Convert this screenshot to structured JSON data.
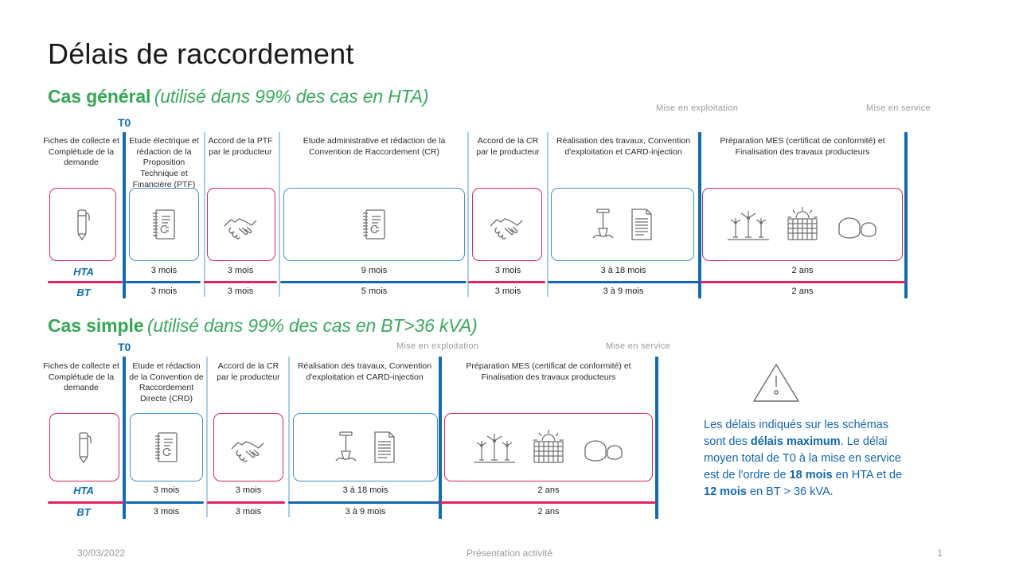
{
  "page_title": "Délais de raccordement",
  "sections": [
    {
      "title_bold": "Cas général",
      "title_italic": "(utilisé dans 99% des cas en HTA)",
      "t0_label": "T0",
      "milestones": [
        {
          "label": "Mise en exploitation"
        },
        {
          "label": "Mise en service"
        }
      ],
      "legend_hta": "HTA",
      "legend_bt": "BT",
      "columns": [
        {
          "caption": "Fiches de collecte et Complétude de la demande",
          "icons": [],
          "card": "none",
          "hta": "",
          "bt": ""
        },
        {
          "caption": "Etude électrique et rédaction de la Proposition Technique et Financière (PTF)",
          "icons": [
            "ledger-euro-icon"
          ],
          "card": "blue",
          "hta": "3 mois",
          "bt": "3 mois"
        },
        {
          "caption": "Accord de la PTF par le producteur",
          "icons": [
            "handshake-icon"
          ],
          "card": "pink",
          "hta": "3 mois",
          "bt": "3 mois"
        },
        {
          "caption": "Etude administrative et rédaction de la Convention de Raccordement (CR)",
          "icons": [
            "ledger-euro-icon"
          ],
          "card": "blue",
          "hta": "9 mois",
          "bt": "5 mois"
        },
        {
          "caption": "Accord de la CR par le producteur",
          "icons": [
            "handshake-icon"
          ],
          "card": "pink",
          "hta": "3 mois",
          "bt": "3 mois"
        },
        {
          "caption": "Réalisation des travaux, Convention d'exploitation et CARD-injection",
          "icons": [
            "shovel-icon",
            "document-icon"
          ],
          "card": "blue",
          "hta": "3 à 18 mois",
          "bt": "3 à 9 mois"
        },
        {
          "caption": "Préparation MES (certificat de conformité) et Finalisation des travaux producteurs",
          "icons": [
            "wind-turbine-icon",
            "solar-panel-icon",
            "storage-icon"
          ],
          "card": "pink",
          "hta": "2 ans",
          "bt": "2 ans"
        }
      ],
      "first_card": {
        "icon": "pen-icon",
        "card": "pink"
      }
    },
    {
      "title_bold": "Cas simple",
      "title_italic": "(utilisé dans 99% des cas en BT>36 kVA)",
      "t0_label": "T0",
      "milestones": [
        {
          "label": "Mise en exploitation"
        },
        {
          "label": "Mise en service"
        }
      ],
      "legend_hta": "HTA",
      "legend_bt": "BT",
      "columns": [
        {
          "caption": "Fiches de collecte et Complétude de la demande",
          "icons": [],
          "card": "none",
          "hta": "",
          "bt": ""
        },
        {
          "caption": "Etude et rédaction de la Convention de Raccordement Directe (CRD)",
          "icons": [
            "ledger-euro-icon"
          ],
          "card": "blue",
          "hta": "3 mois",
          "bt": "3 mois"
        },
        {
          "caption": "Accord de la CR par le producteur",
          "icons": [
            "handshake-icon"
          ],
          "card": "pink",
          "hta": "3 mois",
          "bt": "3 mois"
        },
        {
          "caption": "Réalisation des travaux, Convention d'exploitation et CARD-injection",
          "icons": [
            "shovel-icon",
            "document-icon"
          ],
          "card": "blue",
          "hta": "3 à 18 mois",
          "bt": "3 à 9 mois"
        },
        {
          "caption": "Préparation MES (certificat de conformité) et Finalisation des travaux producteurs",
          "icons": [
            "wind-turbine-icon",
            "solar-panel-icon",
            "storage-icon"
          ],
          "card": "pink",
          "hta": "2 ans",
          "bt": "2 ans"
        }
      ],
      "first_card": {
        "icon": "pen-icon",
        "card": "pink"
      }
    }
  ],
  "note": {
    "icon": "warning-triangle-icon",
    "line1": "Les délais indiqués sur les schémas sont des ",
    "b1": "délais maximum",
    "line2": ". Le délai moyen total de T0 à la mise en service est de l'ordre de ",
    "b2": "18 mois",
    "line3": " en HTA et de ",
    "b3": "12 mois",
    "line4": " en BT > 36 kVA."
  },
  "footer": {
    "date": "30/03/2022",
    "center": "Présentation activité",
    "page_number": "1"
  },
  "colors": {
    "green": "#34a853",
    "blue": "#1167b1",
    "pink": "#e0245e",
    "light_blue": "#a8cfe8",
    "grey_text": "#9a9a9a"
  }
}
